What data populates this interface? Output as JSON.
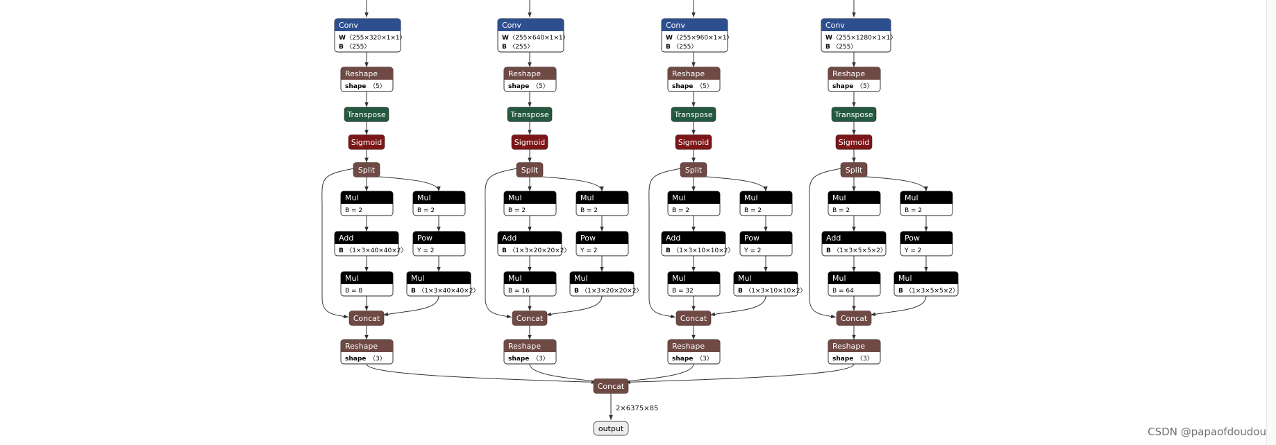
{
  "colors": {
    "conv": "#2d4f8f",
    "reshape": "#6f4a45",
    "transpose": "#245940",
    "sigmoid": "#7c1619",
    "split": "#6f4a45",
    "concat": "#6f4a45",
    "op": "#000000",
    "edge": "#333333"
  },
  "watermark": "CSDN @papaofdoudou",
  "branches": [
    {
      "conv": {
        "title": "Conv",
        "attrs": [
          {
            "k": "W",
            "v": "〈255×320×1×1〉"
          },
          {
            "k": "B",
            "v": "〈255〉"
          }
        ]
      },
      "reshape1": {
        "title": "Reshape",
        "attrs": [
          {
            "k": "shape",
            "v": "〈5〉"
          }
        ]
      },
      "transpose": {
        "title": "Transpose"
      },
      "sigmoid": {
        "title": "Sigmoid"
      },
      "split": {
        "title": "Split"
      },
      "mul_a": {
        "title": "Mul",
        "attrs": [
          {
            "k": "",
            "v": "B = 2"
          }
        ]
      },
      "add": {
        "title": "Add",
        "attrs": [
          {
            "k": "B",
            "v": "〈1×3×40×40×2〉"
          }
        ]
      },
      "mul_c": {
        "title": "Mul",
        "attrs": [
          {
            "k": "",
            "v": "B = 8"
          }
        ]
      },
      "mul_b": {
        "title": "Mul",
        "attrs": [
          {
            "k": "",
            "v": "B = 2"
          }
        ]
      },
      "pow": {
        "title": "Pow",
        "attrs": [
          {
            "k": "",
            "v": "Y = 2"
          }
        ]
      },
      "mul_d": {
        "title": "Mul",
        "attrs": [
          {
            "k": "B",
            "v": "〈1×3×40×40×2〉"
          }
        ]
      },
      "concat": {
        "title": "Concat"
      },
      "reshape2": {
        "title": "Reshape",
        "attrs": [
          {
            "k": "shape",
            "v": "〈3〉"
          }
        ]
      }
    },
    {
      "conv": {
        "title": "Conv",
        "attrs": [
          {
            "k": "W",
            "v": "〈255×640×1×1〉"
          },
          {
            "k": "B",
            "v": "〈255〉"
          }
        ]
      },
      "reshape1": {
        "title": "Reshape",
        "attrs": [
          {
            "k": "shape",
            "v": "〈5〉"
          }
        ]
      },
      "transpose": {
        "title": "Transpose"
      },
      "sigmoid": {
        "title": "Sigmoid"
      },
      "split": {
        "title": "Split"
      },
      "mul_a": {
        "title": "Mul",
        "attrs": [
          {
            "k": "",
            "v": "B = 2"
          }
        ]
      },
      "add": {
        "title": "Add",
        "attrs": [
          {
            "k": "B",
            "v": "〈1×3×20×20×2〉"
          }
        ]
      },
      "mul_c": {
        "title": "Mul",
        "attrs": [
          {
            "k": "",
            "v": "B = 16"
          }
        ]
      },
      "mul_b": {
        "title": "Mul",
        "attrs": [
          {
            "k": "",
            "v": "B = 2"
          }
        ]
      },
      "pow": {
        "title": "Pow",
        "attrs": [
          {
            "k": "",
            "v": "Y = 2"
          }
        ]
      },
      "mul_d": {
        "title": "Mul",
        "attrs": [
          {
            "k": "B",
            "v": "〈1×3×20×20×2〉"
          }
        ]
      },
      "concat": {
        "title": "Concat"
      },
      "reshape2": {
        "title": "Reshape",
        "attrs": [
          {
            "k": "shape",
            "v": "〈3〉"
          }
        ]
      }
    },
    {
      "conv": {
        "title": "Conv",
        "attrs": [
          {
            "k": "W",
            "v": "〈255×960×1×1〉"
          },
          {
            "k": "B",
            "v": "〈255〉"
          }
        ]
      },
      "reshape1": {
        "title": "Reshape",
        "attrs": [
          {
            "k": "shape",
            "v": "〈5〉"
          }
        ]
      },
      "transpose": {
        "title": "Transpose"
      },
      "sigmoid": {
        "title": "Sigmoid"
      },
      "split": {
        "title": "Split"
      },
      "mul_a": {
        "title": "Mul",
        "attrs": [
          {
            "k": "",
            "v": "B = 2"
          }
        ]
      },
      "add": {
        "title": "Add",
        "attrs": [
          {
            "k": "B",
            "v": "〈1×3×10×10×2〉"
          }
        ]
      },
      "mul_c": {
        "title": "Mul",
        "attrs": [
          {
            "k": "",
            "v": "B = 32"
          }
        ]
      },
      "mul_b": {
        "title": "Mul",
        "attrs": [
          {
            "k": "",
            "v": "B = 2"
          }
        ]
      },
      "pow": {
        "title": "Pow",
        "attrs": [
          {
            "k": "",
            "v": "Y = 2"
          }
        ]
      },
      "mul_d": {
        "title": "Mul",
        "attrs": [
          {
            "k": "B",
            "v": "〈1×3×10×10×2〉"
          }
        ]
      },
      "concat": {
        "title": "Concat"
      },
      "reshape2": {
        "title": "Reshape",
        "attrs": [
          {
            "k": "shape",
            "v": "〈3〉"
          }
        ]
      }
    },
    {
      "conv": {
        "title": "Conv",
        "attrs": [
          {
            "k": "W",
            "v": "〈255×1280×1×1〉"
          },
          {
            "k": "B",
            "v": "〈255〉"
          }
        ]
      },
      "reshape1": {
        "title": "Reshape",
        "attrs": [
          {
            "k": "shape",
            "v": "〈5〉"
          }
        ]
      },
      "transpose": {
        "title": "Transpose"
      },
      "sigmoid": {
        "title": "Sigmoid"
      },
      "split": {
        "title": "Split"
      },
      "mul_a": {
        "title": "Mul",
        "attrs": [
          {
            "k": "",
            "v": "B = 2"
          }
        ]
      },
      "add": {
        "title": "Add",
        "attrs": [
          {
            "k": "B",
            "v": "〈1×3×5×5×2〉"
          }
        ]
      },
      "mul_c": {
        "title": "Mul",
        "attrs": [
          {
            "k": "",
            "v": "B = 64"
          }
        ]
      },
      "mul_b": {
        "title": "Mul",
        "attrs": [
          {
            "k": "",
            "v": "B = 2"
          }
        ]
      },
      "pow": {
        "title": "Pow",
        "attrs": [
          {
            "k": "",
            "v": "Y = 2"
          }
        ]
      },
      "mul_d": {
        "title": "Mul",
        "attrs": [
          {
            "k": "B",
            "v": "〈1×3×5×5×2〉"
          }
        ]
      },
      "concat": {
        "title": "Concat"
      },
      "reshape2": {
        "title": "Reshape",
        "attrs": [
          {
            "k": "shape",
            "v": "〈3〉"
          }
        ]
      }
    }
  ],
  "final_concat": {
    "title": "Concat"
  },
  "output_edge_label": "2×6375×85",
  "output": {
    "title": "output"
  }
}
